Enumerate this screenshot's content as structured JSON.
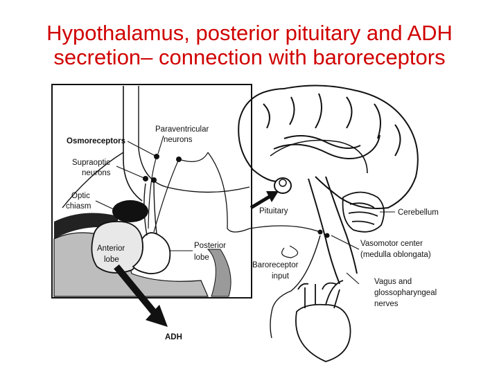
{
  "title": {
    "line1": "Hypothalamus, posterior pituitary and ADH",
    "line2": "secretion– connection with baroreceptors",
    "color": "#d00000"
  },
  "figure": {
    "labels": {
      "osmoreceptors": "Osmoreceptors",
      "paraventricular_1": "Paraventricular",
      "paraventricular_2": "neurons",
      "supraoptic_1": "Supraoptic",
      "supraoptic_2": "neurons",
      "optic_1": "Optic",
      "optic_2": "chiasm",
      "anterior_1": "Anterior",
      "anterior_2": "lobe",
      "posterior_1": "Posterior",
      "posterior_2": "lobe",
      "pituitary": "Pituitary",
      "cerebellum": "Cerebellum",
      "vasomotor_1": "Vasomotor center",
      "vasomotor_2": "(medulla oblongata)",
      "baroreceptor_1": "Baroreceptor",
      "baroreceptor_2": "input",
      "vagus_1": "Vagus and",
      "vagus_2": "glossopharyngeal",
      "vagus_3": "nerves",
      "adh": "ADH"
    }
  }
}
